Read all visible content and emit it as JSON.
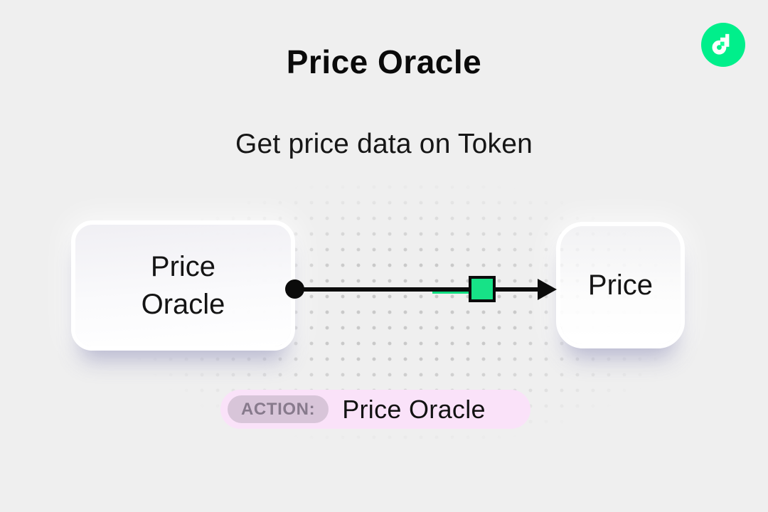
{
  "page": {
    "background_color": "#EFEFEF",
    "dot_color": "#C6C6C6"
  },
  "header": {
    "title": "Price Oracle",
    "subtitle": "Get price data on Token"
  },
  "brand": {
    "logo_name": "flow-logo",
    "logo_color": "#00EF8B",
    "logo_accent_color": "#16FF99"
  },
  "diagram": {
    "source_node": {
      "lines": [
        "Price",
        "Oracle"
      ]
    },
    "target_node": {
      "label": "Price"
    },
    "connector": {
      "start_marker": "filled-circle",
      "end_marker": "arrowhead",
      "line_color": "#0B0B0B",
      "midpoint_square_color": "#17E287"
    }
  },
  "action_badge": {
    "label": "ACTION:",
    "value": "Price Oracle",
    "badge_bg": "#FAE2F9",
    "label_bg": "#D8C5D9",
    "label_color": "#877A8C"
  }
}
